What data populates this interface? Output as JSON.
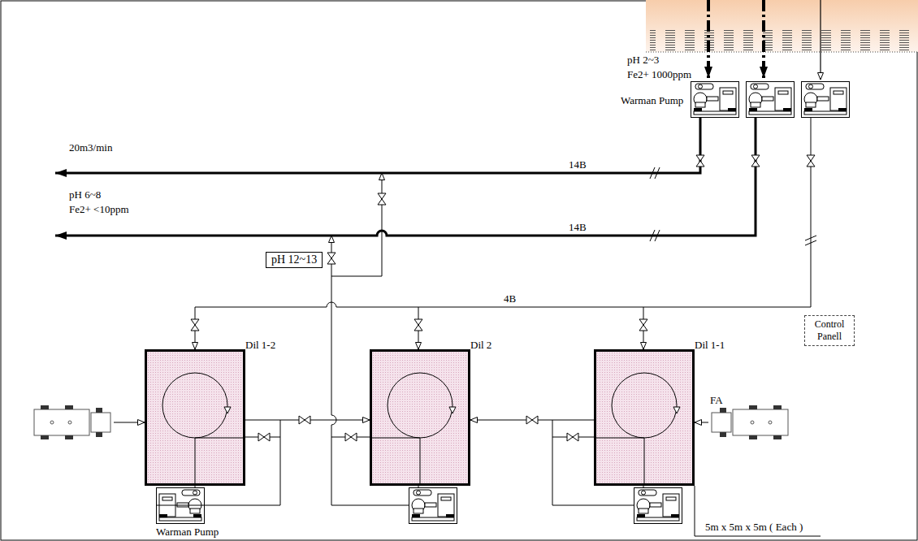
{
  "diagram": {
    "nodes": [
      {
        "text": [
          "pH 12~13"
        ]
      },
      {
        "text": [
          "Control Panell"
        ]
      },
      {
        "text": [
          "Dil 1-2"
        ]
      },
      {
        "text": [
          "Dil 2"
        ]
      },
      {
        "text": [
          "Dil 1-1"
        ]
      },
      {
        "text": [
          "FA"
        ]
      }
    ],
    "edges": [
      {
        "from": 2,
        "to": 3,
        "arrow": "to"
      },
      {
        "from": 4,
        "to": 3,
        "arrow": "to"
      },
      {
        "from": 5,
        "to": 4,
        "arrow": "to"
      }
    ],
    "labels": [
      "pH 2~3",
      "Fe2+ 1000ppm",
      "Warman Pump",
      "20m3/min",
      "14B",
      "pH 6~8",
      "Fe2+ <10ppm",
      "14B",
      "4B",
      "Warman Pump",
      "5m x 5m x 5m ( Each )"
    ]
  }
}
